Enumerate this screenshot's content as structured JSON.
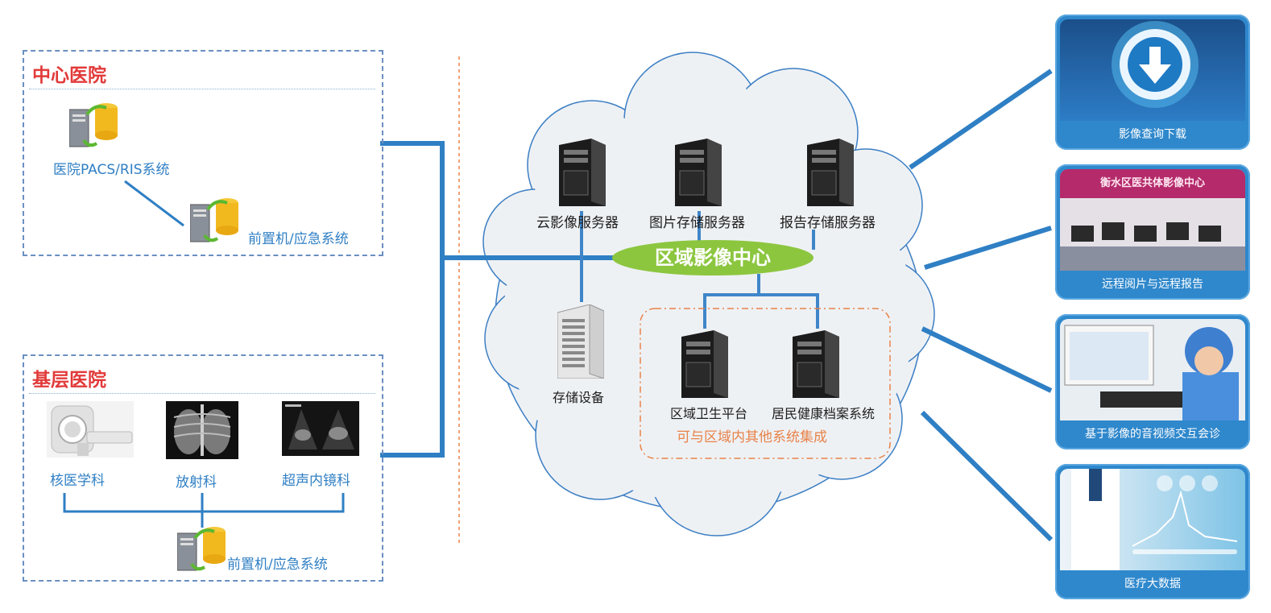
{
  "left": {
    "central": {
      "title": "中心医院",
      "pacs_label": "医院PACS/RIS系统",
      "frontend_label": "前置机/应急系统"
    },
    "basic": {
      "title": "基层医院",
      "departments": [
        "核医学科",
        "放射科",
        "超声内镜科"
      ],
      "frontend_label": "前置机/应急系统"
    }
  },
  "cloud": {
    "center_label": "区域影像中心",
    "servers": [
      "云影像服务器",
      "图片存储服务器",
      "报告存储服务器"
    ],
    "storage_label": "存储设备",
    "platforms": [
      "区域卫生平台",
      "居民健康档案系统"
    ],
    "integration_note": "可与区域内其他系统集成"
  },
  "services": [
    {
      "caption": "影像查询下载",
      "icon": "download-icon"
    },
    {
      "caption": "远程阅片与远程报告",
      "banner_text": "衡水区医共体影像中心"
    },
    {
      "caption": "基于影像的音视频交互会诊"
    },
    {
      "caption": "医疗大数据"
    }
  ],
  "colors": {
    "connector": "#2f7fc4",
    "title_red": "#e23a3a",
    "ellipse_green": "#8cc63f",
    "card_blue": "#2f88cc",
    "dash_orange": "#e8834a"
  }
}
